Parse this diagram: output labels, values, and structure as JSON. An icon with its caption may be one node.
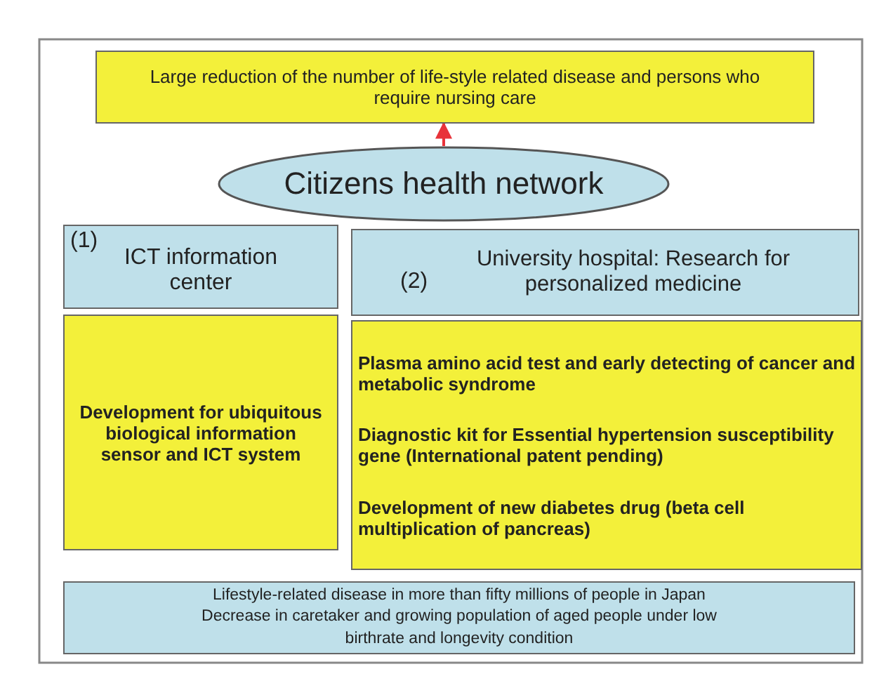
{
  "diagram": {
    "nodes": [
      {
        "text": [
          "Large reduction of the number of life-style related disease and persons who require nursing care"
        ]
      },
      {
        "text": [
          "Citizens health network"
        ]
      },
      {
        "text": [
          "(1)",
          "ICT information center"
        ]
      },
      {
        "text": [
          "(2)",
          "University hospital: Research for personalized medicine"
        ]
      },
      {
        "text": [
          "Development for ubiquitous biological information sensor and ICT system"
        ]
      },
      {
        "text": [
          "Plasma amino acid test and early detecting of cancer and metabolic syndrome",
          "Diagnostic kit for Essential hypertension susceptibility gene (International patent pending)",
          "Development of new diabetes drug (beta cell multiplication of pancreas)"
        ]
      },
      {
        "text": [
          "Lifestyle-related disease in more than fifty millions of people in Japan",
          "Decrease in caretaker and growing population of aged people under low birthrate and longevity condition"
        ]
      }
    ],
    "edges": [
      {
        "from": 1,
        "to": 0,
        "arrow": "to",
        "color": "#e8333a"
      }
    ]
  }
}
